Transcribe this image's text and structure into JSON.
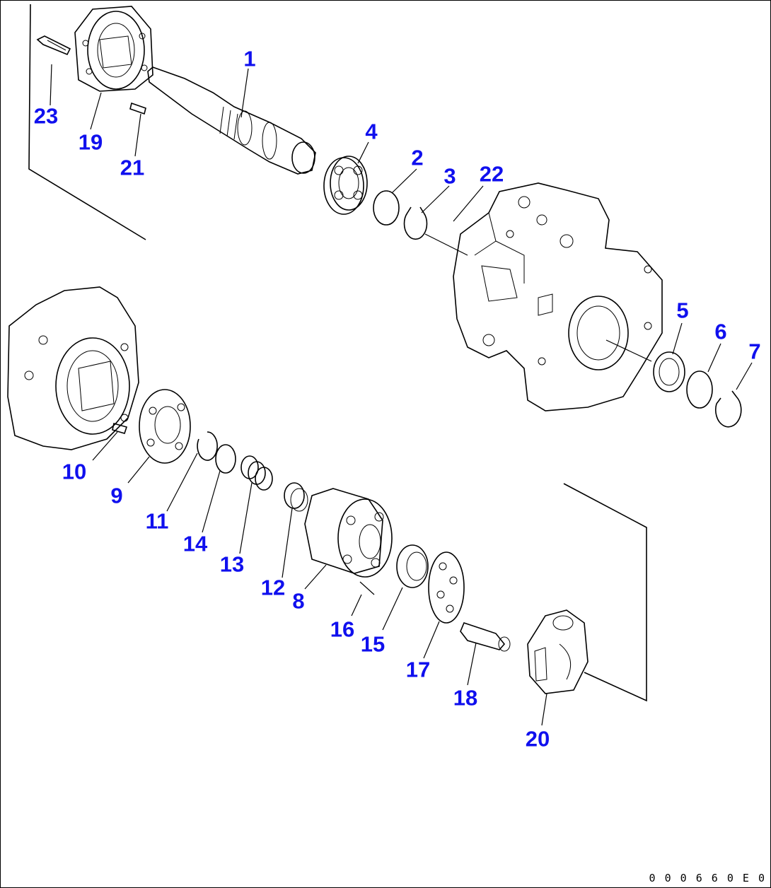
{
  "diagram": {
    "title": "",
    "figure_code": "0 0 0 6 6 0 E 0",
    "callouts": [
      {
        "id": "c1",
        "label": "1"
      },
      {
        "id": "c2",
        "label": "2"
      },
      {
        "id": "c3",
        "label": "3"
      },
      {
        "id": "c4",
        "label": "4"
      },
      {
        "id": "c5",
        "label": "5"
      },
      {
        "id": "c6",
        "label": "6"
      },
      {
        "id": "c7",
        "label": "7"
      },
      {
        "id": "c8",
        "label": "8"
      },
      {
        "id": "c9",
        "label": "9"
      },
      {
        "id": "c10",
        "label": "10"
      },
      {
        "id": "c11",
        "label": "11"
      },
      {
        "id": "c12",
        "label": "12"
      },
      {
        "id": "c13",
        "label": "13"
      },
      {
        "id": "c14",
        "label": "14"
      },
      {
        "id": "c15",
        "label": "15"
      },
      {
        "id": "c16",
        "label": "16"
      },
      {
        "id": "c17",
        "label": "17"
      },
      {
        "id": "c18",
        "label": "18"
      },
      {
        "id": "c19",
        "label": "19"
      },
      {
        "id": "c20",
        "label": "20"
      },
      {
        "id": "c21",
        "label": "21"
      },
      {
        "id": "c22",
        "label": "22"
      },
      {
        "id": "c23",
        "label": "23"
      }
    ],
    "colors": {
      "callout": "#1010ee",
      "line": "#000000",
      "background": "#ffffff"
    }
  }
}
